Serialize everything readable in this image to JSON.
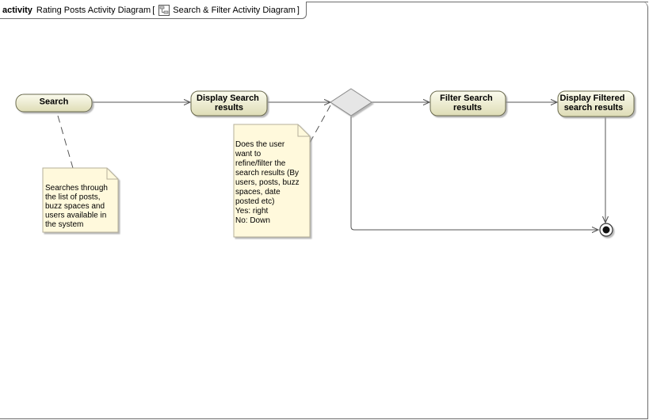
{
  "header": {
    "keyword": "activity",
    "diagram_name": "Rating Posts Activity Diagram",
    "open_bracket": "[",
    "view_title": "Search & Filter Activity Diagram",
    "close_bracket": "]"
  },
  "nodes": {
    "search": {
      "lines": [
        "Search"
      ]
    },
    "display_search": {
      "lines": [
        "Display Search",
        "results"
      ]
    },
    "filter_search": {
      "lines": [
        "Filter Search",
        "results"
      ]
    },
    "display_filtered": {
      "lines": [
        "Display Filtered",
        "search results"
      ]
    }
  },
  "notes": {
    "search_note": {
      "lines": [
        "Searches through",
        "the list of posts,",
        "buzz spaces and",
        "users available in",
        "the system"
      ]
    },
    "decision_note": {
      "lines": [
        "Does the user",
        "want to",
        "refine/filter the",
        "search results (By",
        "users, posts, buzz",
        "spaces, date",
        "posted etc)",
        "Yes: right",
        "No: Down"
      ]
    }
  },
  "colors": {
    "action_fill_top": "#fbfbee",
    "action_fill_bottom": "#dedcb6",
    "action_border": "#6b6b4e",
    "note_fill": "#fff9dc",
    "note_border": "#b5b09a",
    "decision_fill": "#e6e6e6",
    "line": "#555555"
  }
}
